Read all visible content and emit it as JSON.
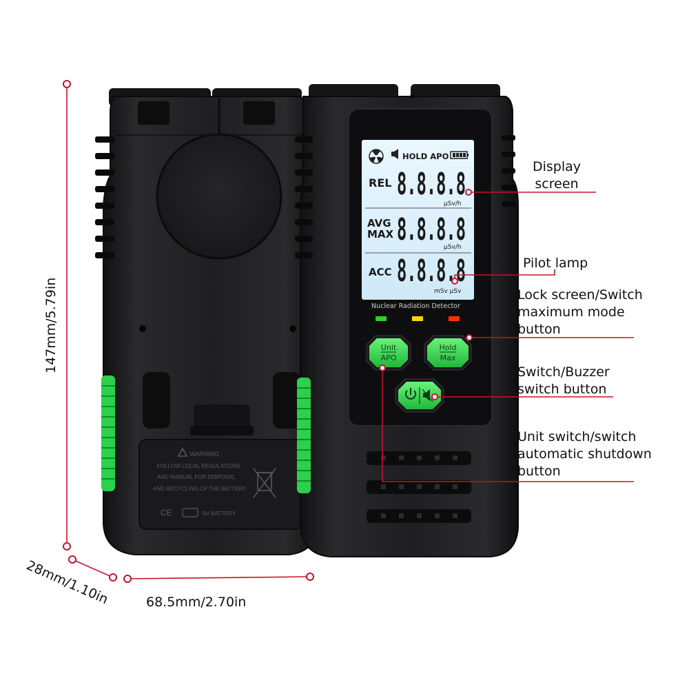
{
  "dimensions": {
    "height_label": "147mm/5.79in",
    "depth_label": "28mm/1.10in",
    "width_label": "68.5mm/2.70in"
  },
  "display": {
    "status": "HOLD APO",
    "rel_label": "REL",
    "avg_label": "AVG",
    "max_label": "MAX",
    "acc_label": "ACC",
    "reading_1": "8.8.8.8",
    "reading_2": "8.8.8.8",
    "reading_3": "8.8.8.8",
    "unit_1": "µSv/h",
    "unit_2": "µSv/h",
    "unit_3": "mSv µSv",
    "device_name": "Nuclear Radiation Detector"
  },
  "buttons": {
    "unit_top": "Unit",
    "unit_bottom": "APO",
    "hold_top": "Hold",
    "hold_bottom": "Max"
  },
  "battery_cover": {
    "warning_title": "WARNING",
    "warning_line_1": "FOLLOW LOCAL REGULATIONS",
    "warning_line_2": "AND MANUAL FOR DISPOSAL",
    "warning_line_3": "AND RECYCLING OF THE BATTERY",
    "ce_mark": "CE",
    "battery_label": "9V BATTERY"
  },
  "callouts": {
    "display_screen": [
      "Display",
      "screen"
    ],
    "pilot_lamp": [
      "Pilot lamp"
    ],
    "lock_screen": [
      "Lock screen/Switch",
      "maximum mode",
      "button"
    ],
    "power_buzzer": [
      "Switch/Buzzer",
      "switch button"
    ],
    "unit_switch": [
      "Unit switch/switch",
      "automatic shutdown",
      "button"
    ]
  },
  "colors": {
    "accent_red": "#c8102e",
    "body_black": "#1c1c1e",
    "button_green": "#2ed14a",
    "lcd_backlight": "#dff1fb",
    "led_green": "#33cc33",
    "led_yellow": "#ffd400",
    "led_red": "#ff3300"
  }
}
